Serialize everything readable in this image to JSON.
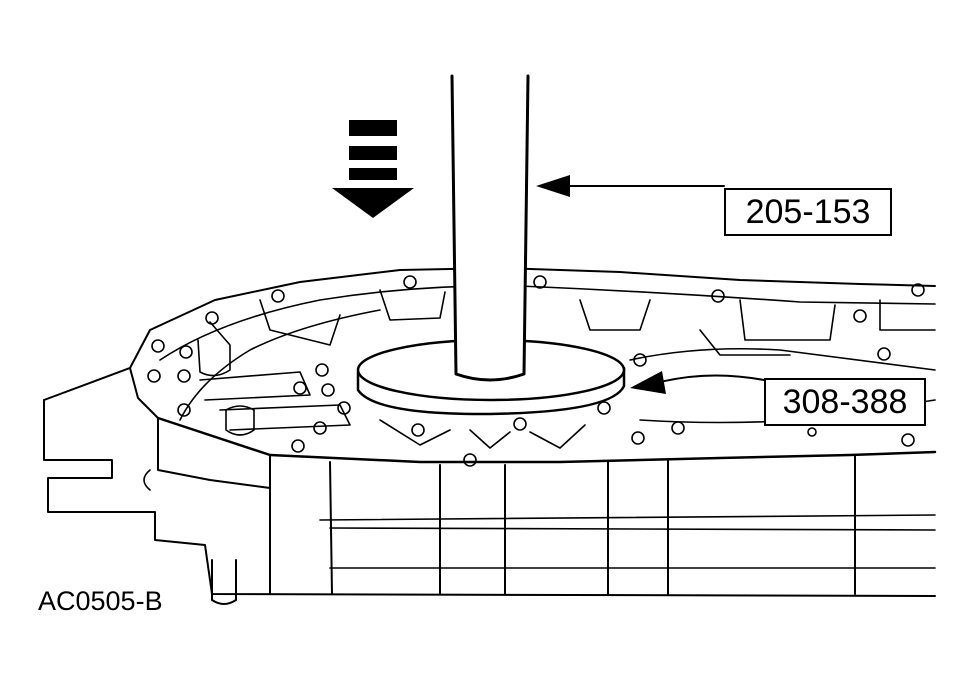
{
  "callouts": [
    {
      "label": "205-153",
      "target": "installer-shaft"
    },
    {
      "label": "308-388",
      "target": "seal-installer-disc"
    }
  ],
  "figure_id": "AC0505-B",
  "direction_arrow": {
    "icon": "down-arrow-icon",
    "meaning": "press-direction"
  },
  "colors": {
    "line": "#000000",
    "background": "#ffffff"
  }
}
